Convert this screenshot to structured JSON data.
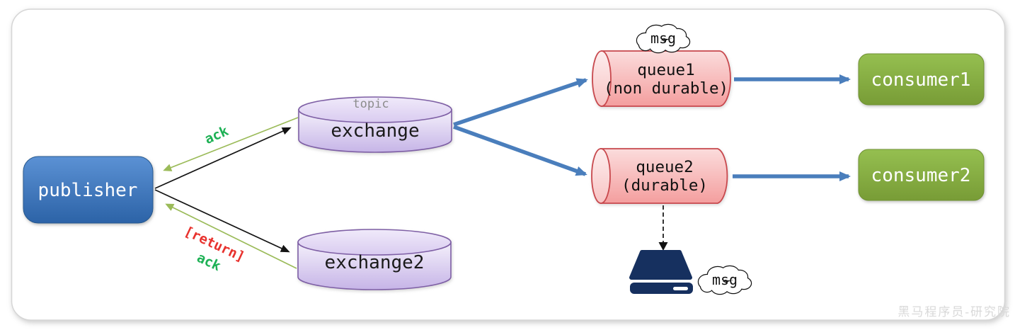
{
  "nodes": {
    "publisher": "publisher",
    "exchange_type": "topic",
    "exchange": "exchange",
    "exchange2": "exchange2",
    "queue1": "queue1",
    "queue1_sub": "(non durable)",
    "queue2": "queue2",
    "queue2_sub": "(durable)",
    "consumer1": "consumer1",
    "consumer2": "consumer2"
  },
  "labels": {
    "ack_top": "ack",
    "return_label": "[return]",
    "ack_bottom": "ack",
    "msg_top": "msg",
    "msg_disk": "msg"
  },
  "watermark": "黑马程序员-研究院",
  "colors": {
    "publisher_blue": "#3c72b3",
    "consumer_green": "#86ae42",
    "exchange_purple_border": "#7e5fa5",
    "queue_red_border": "#c8484d",
    "arrow_blue": "#4a7ebc",
    "ack_line_green": "#9bbb59",
    "ack_text_green": "#1eb155",
    "return_text_red": "#e8322e",
    "disk_navy": "#16305f",
    "watermark_gray": "#d9d9d9"
  }
}
